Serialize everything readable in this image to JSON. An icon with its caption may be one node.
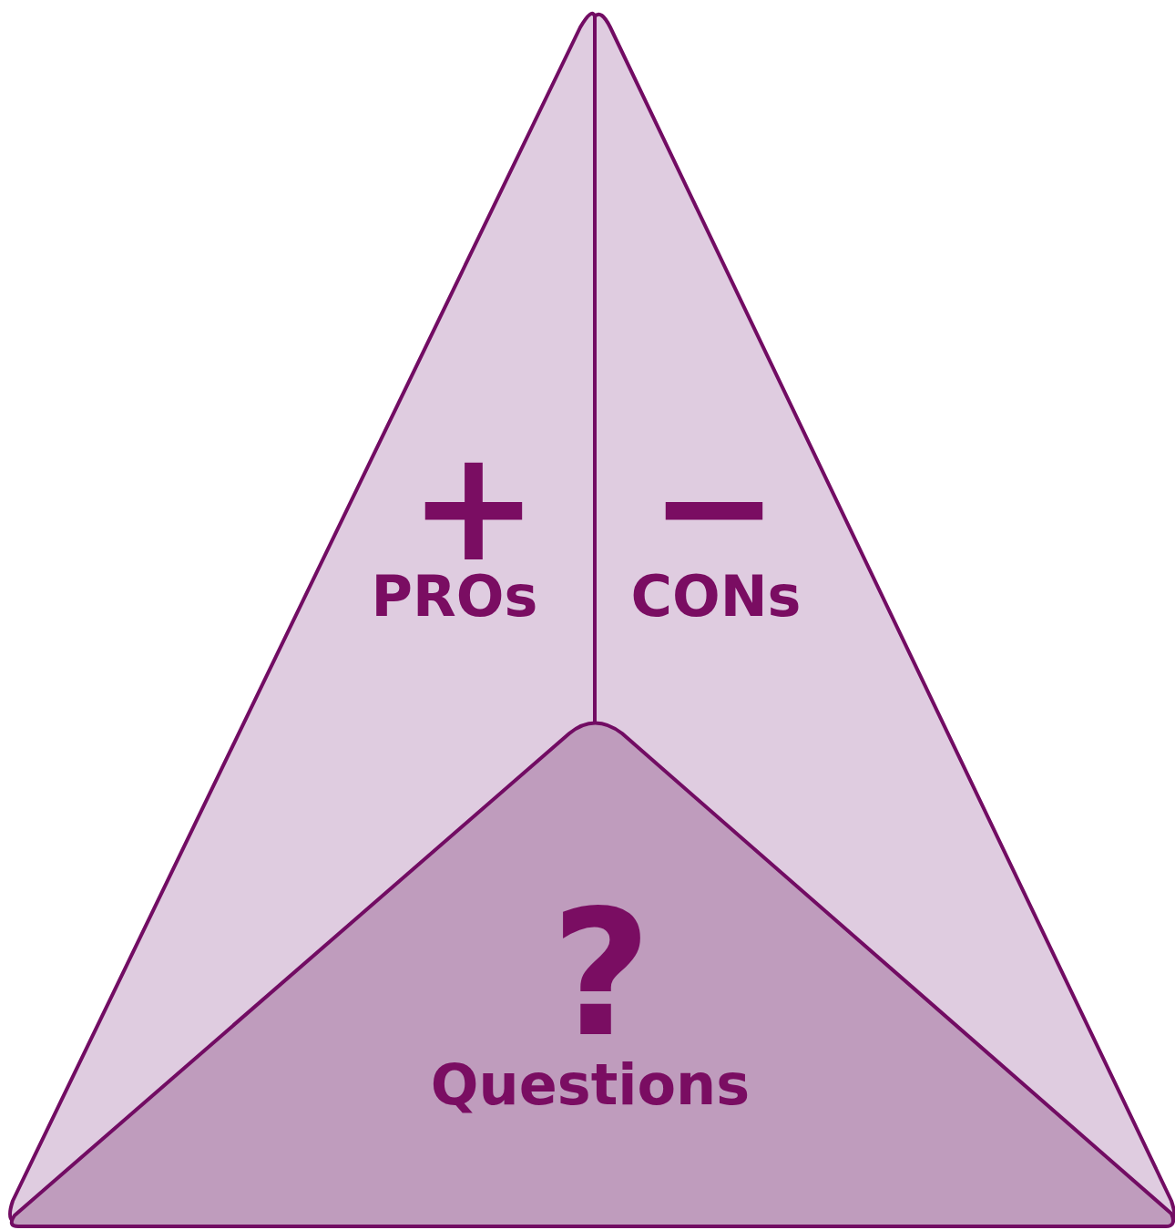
{
  "diagram": {
    "nodes": [
      {
        "text": [
          "+",
          "PROs"
        ]
      },
      {
        "text": [
          "−",
          "CONs"
        ]
      },
      {
        "text": [
          "?",
          "Questions"
        ]
      }
    ]
  }
}
